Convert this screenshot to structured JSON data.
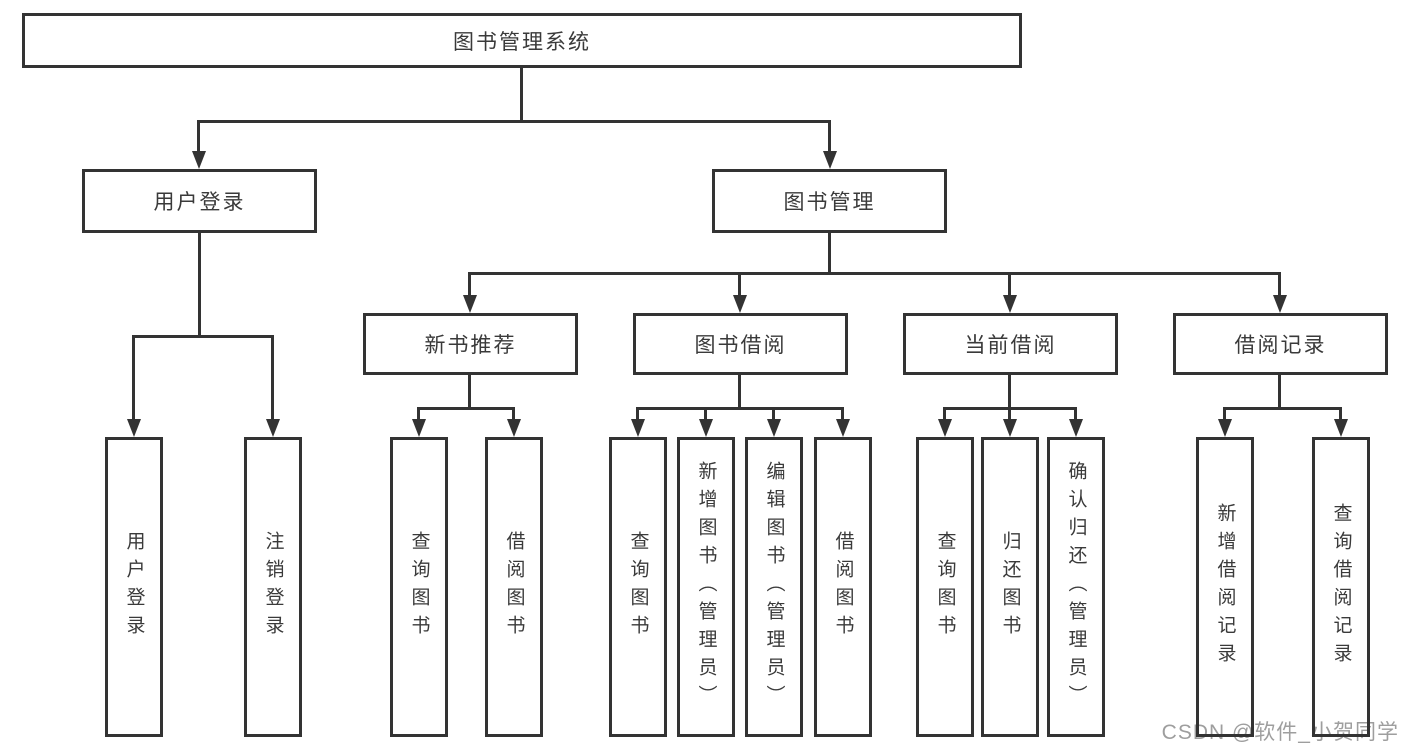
{
  "root": {
    "label": "图书管理系统"
  },
  "level2": [
    {
      "label": "用户登录"
    },
    {
      "label": "图书管理"
    }
  ],
  "level3": [
    {
      "label": "新书推荐"
    },
    {
      "label": "图书借阅"
    },
    {
      "label": "当前借阅"
    },
    {
      "label": "借阅记录"
    }
  ],
  "leaves": [
    {
      "label": "用户登录",
      "parent": "用户登录"
    },
    {
      "label": "注销登录",
      "parent": "用户登录"
    },
    {
      "label": "查询图书",
      "parent": "新书推荐"
    },
    {
      "label": "借阅图书",
      "parent": "新书推荐"
    },
    {
      "label": "查询图书",
      "parent": "图书借阅"
    },
    {
      "label": "新增图书（管理员）",
      "parent": "图书借阅"
    },
    {
      "label": "编辑图书（管理员）",
      "parent": "图书借阅"
    },
    {
      "label": "借阅图书",
      "parent": "图书借阅"
    },
    {
      "label": "查询图书",
      "parent": "当前借阅"
    },
    {
      "label": "归还图书",
      "parent": "当前借阅"
    },
    {
      "label": "确认归还（管理员）",
      "parent": "当前借阅"
    },
    {
      "label": "新增借阅记录",
      "parent": "借阅记录"
    },
    {
      "label": "查询借阅记录",
      "parent": "借阅记录"
    }
  ],
  "watermark": "CSDN @软件_小贺同学",
  "colors": {
    "line": "#333333",
    "text": "#3a3a3a",
    "background": "#ffffff",
    "watermark": "#9e9e9e"
  }
}
